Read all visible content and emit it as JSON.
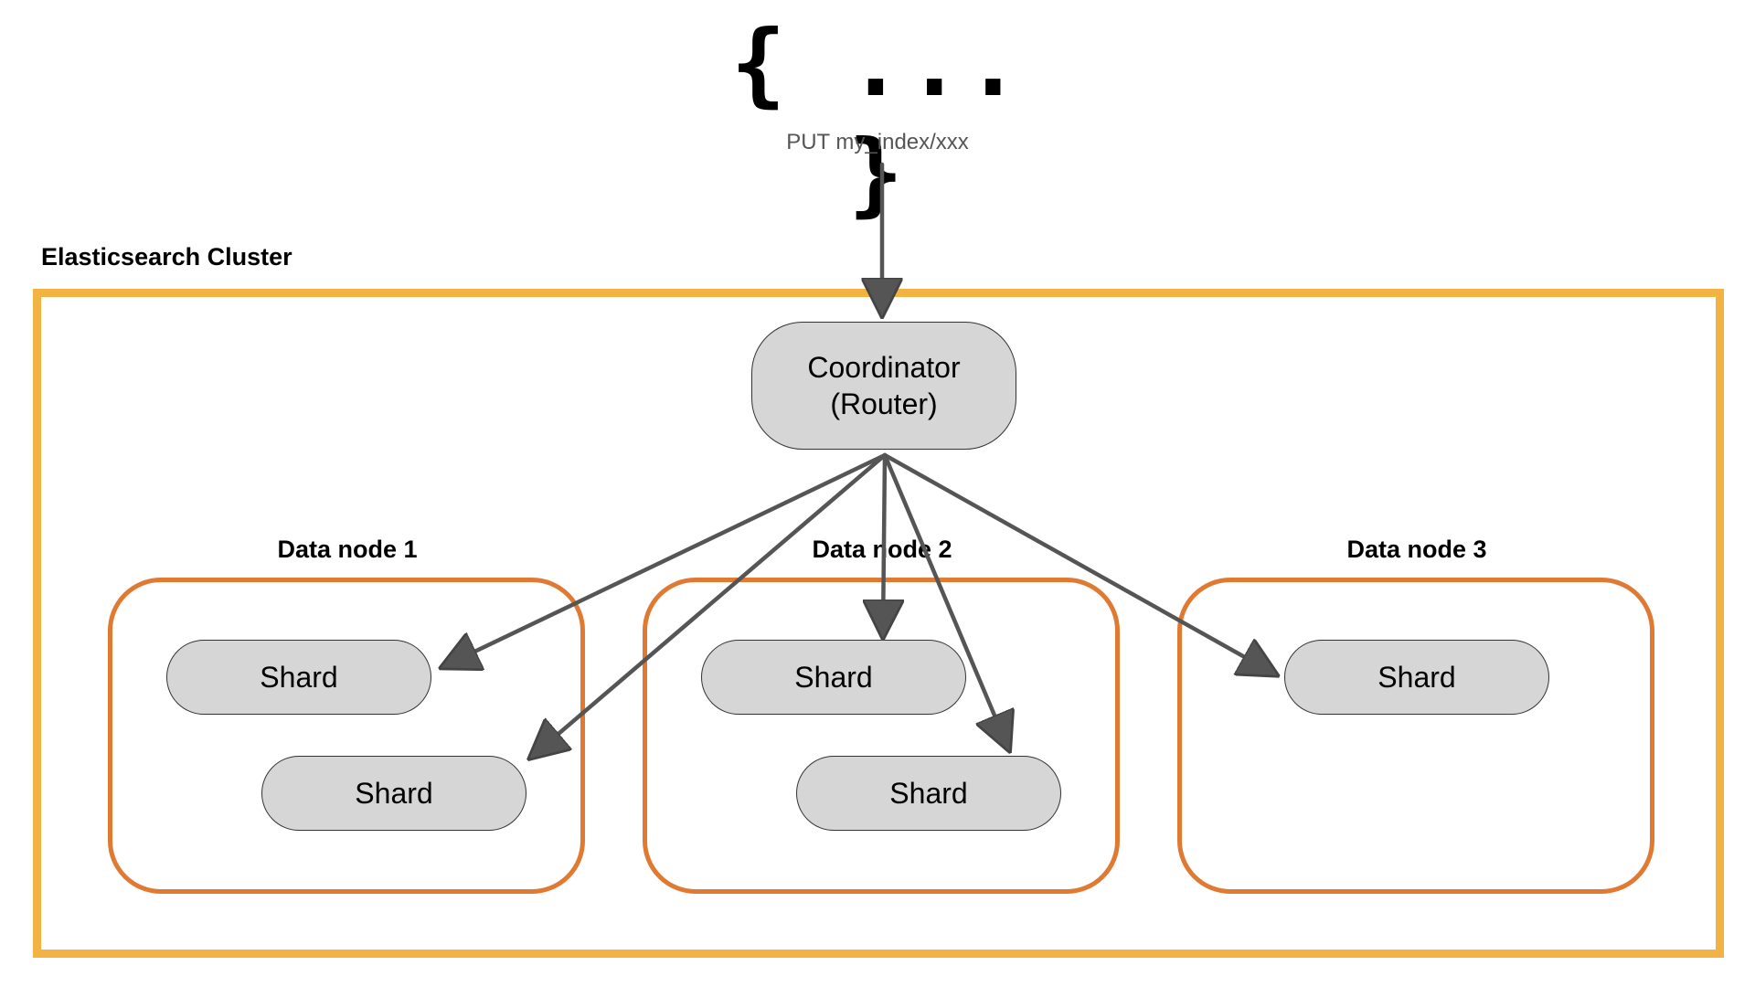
{
  "request": {
    "braces": "{ ... }",
    "label": "PUT my_index/xxx"
  },
  "cluster": {
    "title": "Elasticsearch Cluster"
  },
  "coordinator": {
    "line1": "Coordinator",
    "line2": "(Router)"
  },
  "nodes": [
    {
      "title": "Data node 1",
      "shards": [
        "Shard",
        "Shard"
      ]
    },
    {
      "title": "Data node 2",
      "shards": [
        "Shard",
        "Shard"
      ]
    },
    {
      "title": "Data node 3",
      "shards": [
        "Shard"
      ]
    }
  ],
  "colors": {
    "cluster_border": "#f2b342",
    "node_border": "#e07a32",
    "pill_fill": "#d6d6d6",
    "arrow": "#555555"
  }
}
